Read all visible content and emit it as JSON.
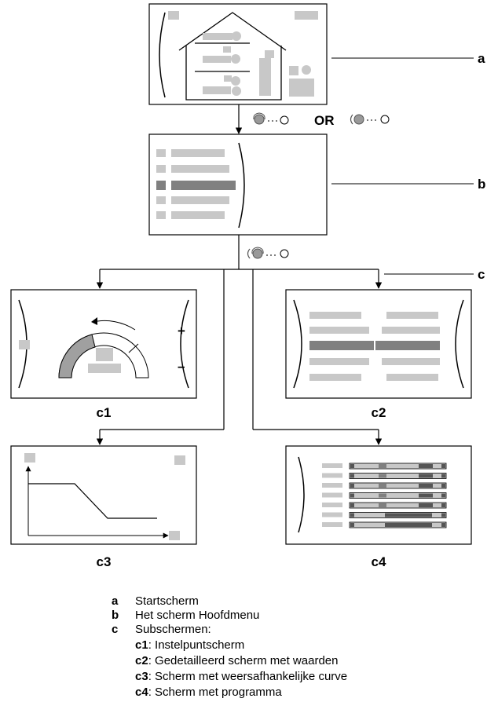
{
  "labels": {
    "a": "a",
    "b": "b",
    "c": "c",
    "c1": "c1",
    "c2": "c2",
    "c3": "c3",
    "c4": "c4",
    "or": "OR",
    "plus": "+",
    "minus": "–"
  },
  "legend": [
    {
      "key": "a",
      "text": "Startscherm"
    },
    {
      "key": "b",
      "text": "Het scherm Hoofdmenu"
    },
    {
      "key": "c",
      "text": "Subschermen:"
    }
  ],
  "sublegend": [
    {
      "key": "c1",
      "text": ": Instelpuntscherm"
    },
    {
      "key": "c2",
      "text": ": Gedetailleerd scherm met waarden"
    },
    {
      "key": "c3",
      "text": ": Scherm met weersafhankelijke curve"
    },
    {
      "key": "c4",
      "text": ": Scherm met programma"
    }
  ],
  "colors": {
    "line": "#000000",
    "placeholder": "#c8c8c8",
    "highlight": "#808080",
    "dark": "#555555"
  }
}
